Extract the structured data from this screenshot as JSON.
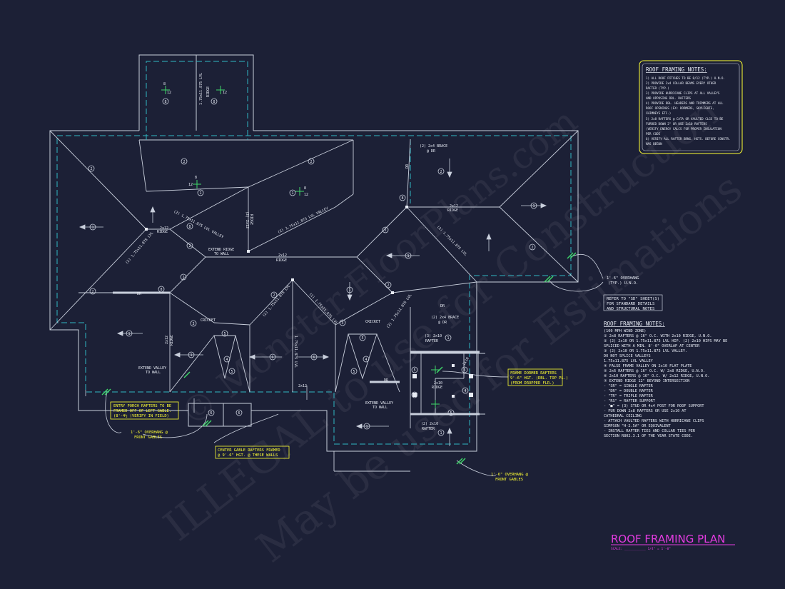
{
  "colors": {
    "background": "#1c2036",
    "linework": "#c9cfdc",
    "dashed_wall": "#2fb7c4",
    "annotation_yellow": "#ffff33",
    "title_magenta": "#e33be0",
    "leader_green": "#3fd86a"
  },
  "watermark": {
    "line1": "ILLEGAL to use for Construction",
    "line2": "May be used for Estimations",
    "line3": "© Monster FloorPlans.com"
  },
  "notes_box": {
    "title": "ROOF FRAMING NOTES:",
    "lines": [
      "1) ALL ROOF PITCHES TO BE  8/12 (TYP.) U.N.O.",
      "2) PROVIDE 2x4 COLLAR BEAMS EVERY OTHER",
      "   RAFTER (TYP.)",
      "3) PROVIDE HURRICANE CLIPS AT ALL VALLEYS",
      "   AND OPPOSING DBL. RAFTERS",
      "4) PROVIDE DBL. HEADERS AND TRIMMERS AT ALL",
      "   ROOF OPENINGS (EX: DORMERS, SKYLIGHTS,",
      "   CHIMNEYS ETC.)",
      "5) 2x8 RAFTERS @ CATA OR VAULTED CLGS TO BE",
      "   FURRED DOWN 2\" OR USE 2x10 RAFTERS",
      "   (VERIFY ENERGY CALCS FOR PROPER INSULATION",
      "   PER CODE",
      "6) VERIFY ALL RAFTER BRNG. HGTS. BEFORE CONSTR.",
      "   HAS BEGUN"
    ]
  },
  "refer_box": {
    "lines": [
      "REFER TO \"SD\" SHEET(S)",
      "FOR STANDARD DETAILS",
      "AND STRUCTURAL NOTES"
    ]
  },
  "legend": {
    "title": "ROOF FRAMING NOTES:",
    "lines": [
      "(100 MPH WIND ZONE)",
      "①  2x8 RAFTERS @ 16\" O.C. WITH 2x10 RIDGE, U.N.O.",
      "②  (2) 2x10 OR 1.75x11.875 LVL HIP. (2) 2x10 HIPS MAY BE",
      "    SPLICED WITH A MIN. 8'-0\" OVERLAP AT CENTER",
      "③  (2) 2x10 OR 1.75x11.875 LVL VALLEY.",
      "    DO NOT SPLICE VALLEYS",
      "    1.75x11.875 LVL VALLEY",
      "④  FALSE FRAME VALLEY ON 2x10 FLAT PLATE",
      "⑤  2x6 RAFTERS @ 16\" O.C. W/ 2x8 RIDGE, U.N.O.",
      "⑥  2x10 RAFTERS @ 16\" O.C. W/ 2x12 RIDGE, U.N.O.",
      "⑦  EXTEND RIDGE 12\" BEYOND INTERSECTION",
      "-  \"SR\" = SINGLE RAFTER",
      "-  \"DR\" = DOUBLE RAFTER",
      "-  \"TR\" = TRIPLE RAFTER",
      "-  \"RS\" = RAFTER SUPPORT",
      "-  \"■\" = (3) STUD OR 4x4 POST FOR ROOF SUPPORT",
      "-  FUR DOWN 2x8 RAFTERS OR USE 2x10 AT",
      "   CATHEDRAL CEILING",
      "-  ATTACH VAULTED RAFTERS WITH HURRICANE CLIPS",
      "   SIMPSON \"H-2.5A\" OR EQUIVALENT",
      "-  INSTALL RAFTER TIES AND COLLAR TIES PER",
      "   SECTION R802.3.1 OF THE YEAR STATE CODE."
    ]
  },
  "title_block": {
    "title": "ROOF FRAMING PLAN",
    "scale": "SCALE: ___________ 1/4\" = 1'-0\""
  },
  "callouts": {
    "overhang_typ": [
      "1'-6\" OVERHANG",
      "(TYP.) U.N.O."
    ],
    "porch_rafters": [
      "ENTRY PORCH RAFTERS TO BE",
      "FRAMED OFF OF LEFT GABLE.",
      "(8'-4½ (VERIFY IN FIELD)"
    ],
    "overhang_front_left": [
      "1'-6\" OVERHANG @",
      "FRONT GABLES"
    ],
    "center_gable": [
      "CENTER GABLE RAFTERS FRAMED",
      "@ 9'-6\" HGT. @ THESE WALLS"
    ],
    "frame_dormer": [
      "FRAME DORMER RAFTERS",
      "9'-6\" HGT. (DBL. TOP PL.)",
      "(FROM DROPPED FLR.)"
    ],
    "overhang_front_right": [
      "1'-6\" OVERHANG @",
      "FRONT GABLES"
    ]
  },
  "plan_labels": {
    "ridge_2x12": "2x12",
    "ridge": "RIDGE",
    "dr": "DR",
    "lvl_valley": "(2) 1.75x11.875 LVL VALLEY",
    "lvl": "(2) 1.75x11.875 LVL",
    "lvl_ridge": "1.75x11.875 LVL",
    "ridge_22x12": "(2) 2x12",
    "extend_ridge": [
      "EXTEND RIDGE",
      "TO WALL"
    ],
    "extend_valley": [
      "EXTEND VALLEY",
      "TO WALL"
    ],
    "cricket": "CRICKET",
    "brace_top": [
      "(2) 2x4 BRACE",
      "@ DR"
    ],
    "brace_mid": [
      "(2) 2x4 BRACE",
      "@ DR"
    ],
    "rafter_3x10": [
      "(3) 2x10",
      "RAFTER"
    ],
    "rafter_2x10": [
      "(2) 2x10",
      "RAFTER"
    ],
    "ridge_2x10": "2x10",
    "pitch_rise": "8",
    "pitch_run": "12",
    "tag_1": "1",
    "tag_2": "2",
    "tag_3": "3",
    "tag_4": "4",
    "tag_5": "5",
    "tag_6": "6",
    "tag_8": "8"
  }
}
